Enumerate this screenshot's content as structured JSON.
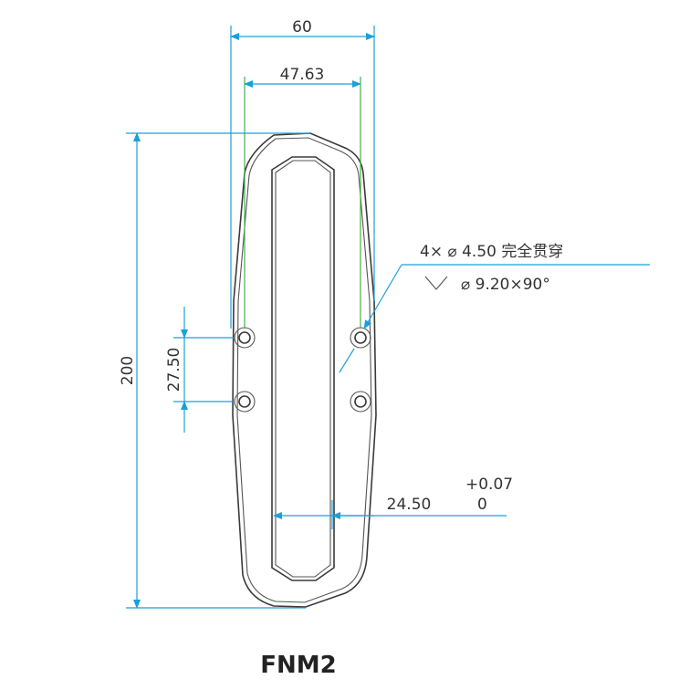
{
  "drawing": {
    "dim_width_outer": "60",
    "dim_width_holes": "47.63",
    "dim_height": "200",
    "dim_hole_pitch": "27.50",
    "hole_note_line1": "4× ⌀ 4.50 完全贯穿",
    "hole_note_line2": "⌀ 9.20×90°",
    "dim_slot": "24.50",
    "tol_upper": "+0.07",
    "tol_lower": "0",
    "caption": "FNM2"
  },
  "colors": {
    "dimension": "#1aa0d8",
    "centerline": "#44b04a",
    "outline": "#3a3a3a"
  }
}
